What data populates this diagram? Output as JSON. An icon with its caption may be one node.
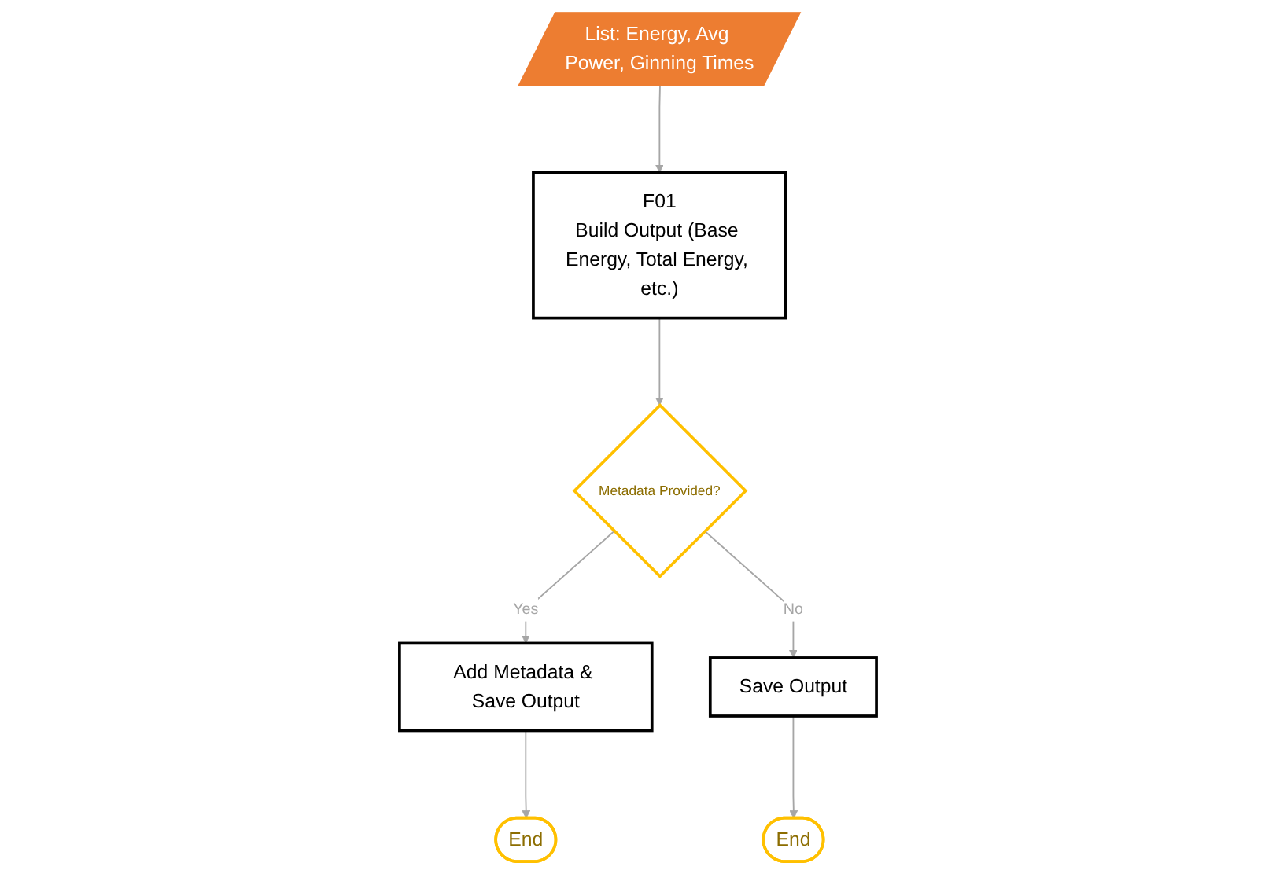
{
  "diagram": {
    "nodes": [
      {
        "text": [
          "List: Energy, Avg Power, Ginning Times"
        ]
      },
      {
        "text": [
          "F01",
          "Build Output (Base Energy, Total Energy, etc.)"
        ]
      },
      {
        "text": [
          "Metadata Provided?"
        ]
      },
      {
        "text": [
          "Add Metadata & Save Output"
        ]
      },
      {
        "text": [
          "Save Output"
        ]
      },
      {
        "text": [
          "End"
        ]
      },
      {
        "text": [
          "End"
        ]
      }
    ],
    "edges": [
      {
        "from": 0,
        "to": 1,
        "arrow": "to"
      },
      {
        "from": 1,
        "to": 2,
        "arrow": "to"
      },
      {
        "from": 2,
        "to": 3,
        "arrow": "to",
        "label": "Yes"
      },
      {
        "from": 2,
        "to": 4,
        "arrow": "to",
        "label": "No"
      },
      {
        "from": 3,
        "to": 5,
        "arrow": "to"
      },
      {
        "from": 4,
        "to": 6,
        "arrow": "to"
      }
    ]
  }
}
